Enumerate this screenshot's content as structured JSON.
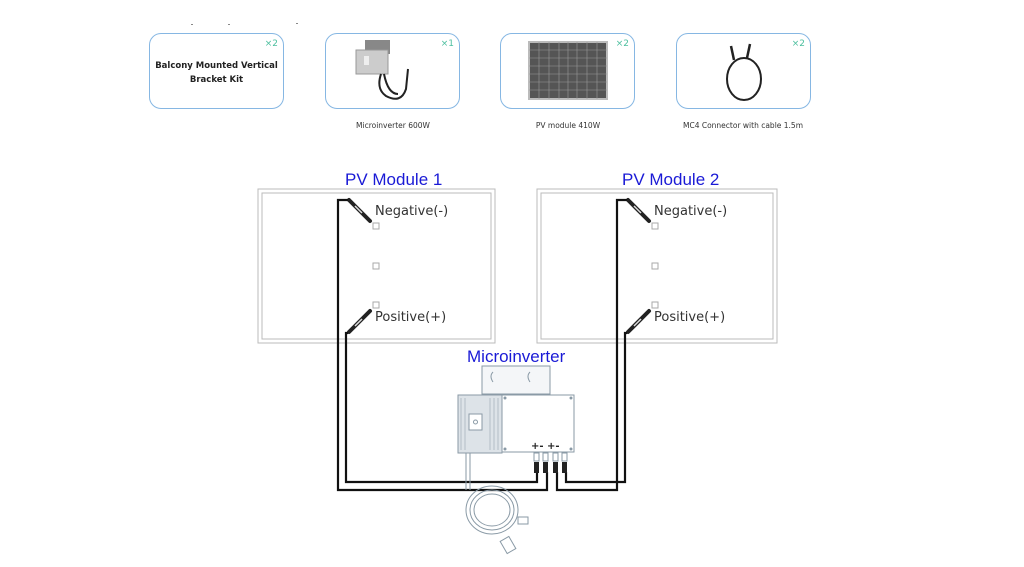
{
  "components": [
    {
      "name": "Balcony Mounted Vertical Bracket Kit",
      "lines": [
        "Balcony Mounted Vertical",
        "Bracket Kit"
      ],
      "qty": "×2",
      "caption": ""
    },
    {
      "name": "Microinverter 600W",
      "qty": "×1",
      "caption": "Microinverter 600W"
    },
    {
      "name": "PV module 410W",
      "qty": "×2",
      "caption": "PV module 410W"
    },
    {
      "name": "MC4 Connector with cable 1.5m",
      "qty": "×2",
      "caption": "MC4 Connector with cable 1.5m"
    }
  ],
  "diagram": {
    "module1": {
      "title": "PV Module 1",
      "negative": "Negative(-)",
      "positive": "Positive(+)"
    },
    "module2": {
      "title": "PV Module 2",
      "negative": "Negative(-)",
      "positive": "Positive(+)"
    },
    "inverter": {
      "title": "Microinverter",
      "terminals": "+- +-"
    }
  },
  "colors": {
    "card_border": "#86b7e3",
    "qty": "#4dbf9f",
    "title_blue": "#1a1ad6",
    "wire": "#111111",
    "panel_outline": "#bbbbbb"
  }
}
